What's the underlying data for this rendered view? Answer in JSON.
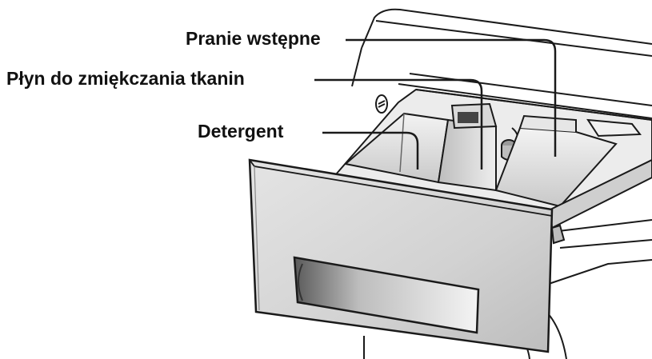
{
  "labels": {
    "prewash": "Pranie wstępne",
    "softener": "Płyn do zmiękczania tkanin",
    "detergent": "Detergent"
  },
  "colors": {
    "line": "#1a1a1a",
    "shade_light": "#eeeeee",
    "shade_mid": "#d6d6d6",
    "shade_dark": "#a8a8a8",
    "text": "#111111"
  }
}
